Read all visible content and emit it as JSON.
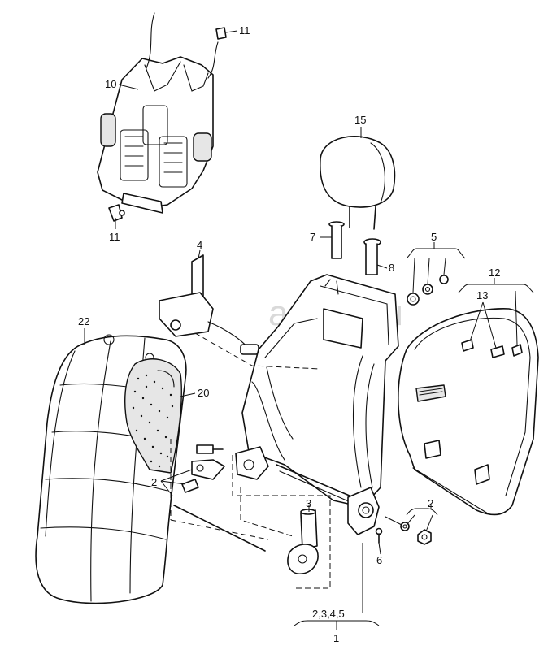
{
  "watermark": "agtek.ru",
  "labels": {
    "l11a": "11",
    "l10": "10",
    "l11b": "11",
    "l15": "15",
    "l7": "7",
    "l8": "8",
    "l5": "5",
    "l12": "12",
    "l13": "13",
    "l4": "4",
    "l22": "22",
    "l20": "20",
    "l2a": "2",
    "l3": "3",
    "l2b": "2",
    "l6": "6",
    "l2345": "2,3,4,5",
    "l1": "1"
  }
}
